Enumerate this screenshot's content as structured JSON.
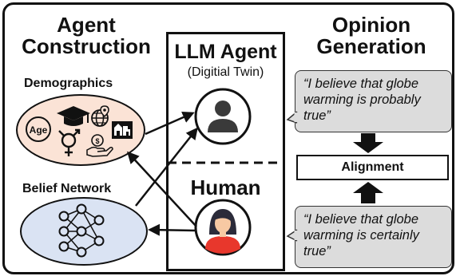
{
  "left_title_line1": "Agent",
  "left_title_line2": "Construction",
  "right_title_line1": "Opinion",
  "right_title_line2": "Generation",
  "demographics_label": "Demographics",
  "age_label": "Age",
  "belief_network_label": "Belief Network",
  "center_title": "LLM Agent",
  "center_subtitle": "(Digitial Twin)",
  "human_label": "Human",
  "bubble_top_line1": "“I believe that globe",
  "bubble_top_line2": "warming is probably",
  "bubble_top_line3": "true”",
  "alignment_label": "Alignment",
  "bubble_bottom_line1": "“I believe that globe",
  "bubble_bottom_line2": "warming is certainly",
  "bubble_bottom_line3": "true”",
  "colors": {
    "demographics_fill": "#fbe3d6",
    "belief_fill": "#dae3f3",
    "bubble_fill": "#dcdcdc",
    "human_dress": "#e8372c",
    "human_face": "#f7c9a3",
    "human_hair": "#2b2b3a"
  },
  "icons": [
    "graduation-cap-icon",
    "globe-icon",
    "age-icon",
    "gender-icon",
    "money-hand-icon",
    "house-icon",
    "neural-network-icon",
    "person-silhouette-icon",
    "woman-avatar-icon"
  ]
}
